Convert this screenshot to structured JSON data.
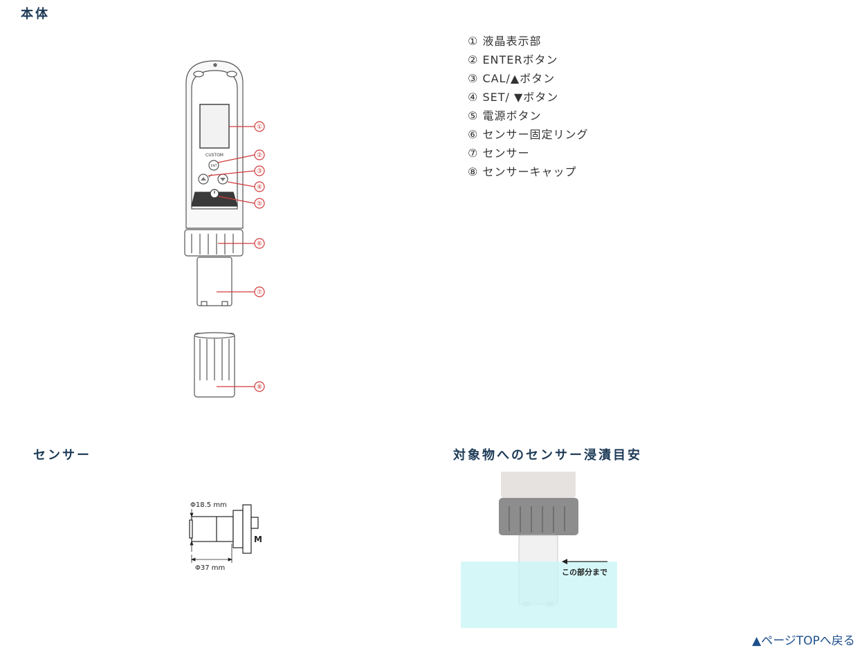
{
  "sections": {
    "body_title": "本体",
    "sensor_title": "センサー",
    "immersion_title": "対象物へのセンサー浸漬目安"
  },
  "parts": [
    {
      "num": "①",
      "label": "液晶表示部"
    },
    {
      "num": "②",
      "label": "ENTERボタン"
    },
    {
      "num": "③",
      "label": "CAL/▲ボタン"
    },
    {
      "num": "④",
      "label": "SET/ ▼ボタン"
    },
    {
      "num": "⑤",
      "label": "電源ボタン"
    },
    {
      "num": "⑥",
      "label": "センサー固定リング"
    },
    {
      "num": "⑦",
      "label": "センサー"
    },
    {
      "num": "⑧",
      "label": "センサーキャップ"
    }
  ],
  "device": {
    "brand": "CUSTOM",
    "enter_label": "ENT"
  },
  "sensor_dims": {
    "inner": "Φ18.5 mm",
    "outer": "Φ37 mm",
    "side": "M"
  },
  "immersion": {
    "note": "この部分まで"
  },
  "footer": {
    "pagetop": "▲ページTOPへ戻る"
  },
  "colors": {
    "heading": "#1d3a57",
    "callout": "#d23a3a",
    "water": "#c8f4f6",
    "link": "#1d4f8c"
  }
}
